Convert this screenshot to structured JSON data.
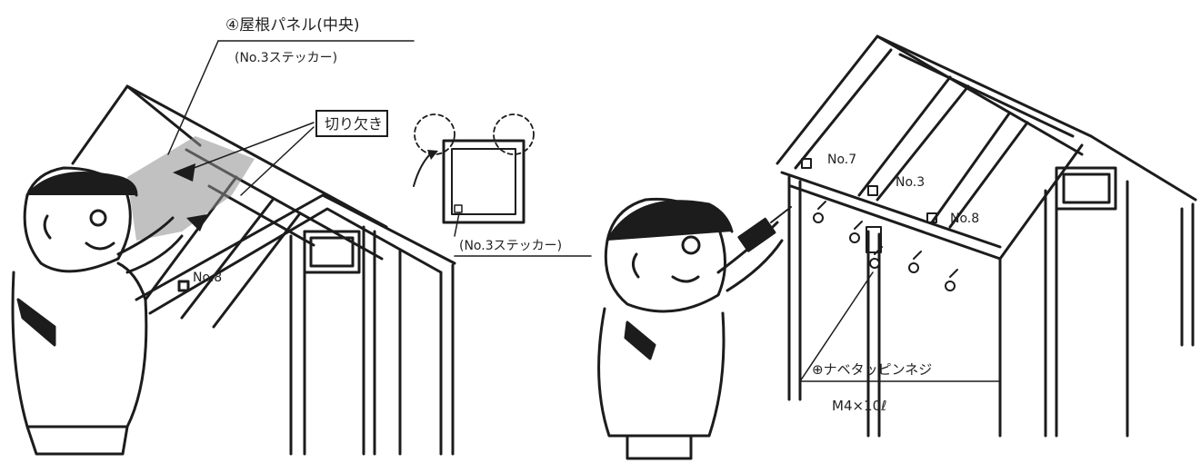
{
  "left_figure": {
    "panel_label": "④屋根パネル(中央)",
    "sticker_label": "(No.3ステッカー)",
    "notch_label": "切り欠き",
    "panel_number": "No.8"
  },
  "inset": {
    "sticker_label": "(No.3ステッカー)"
  },
  "right_figure": {
    "panel_numbers": [
      "No.7",
      "No.3",
      "No.8"
    ],
    "screw_label": "⊕ナベタッピンネジ",
    "screw_size": "M4×10ℓ"
  }
}
